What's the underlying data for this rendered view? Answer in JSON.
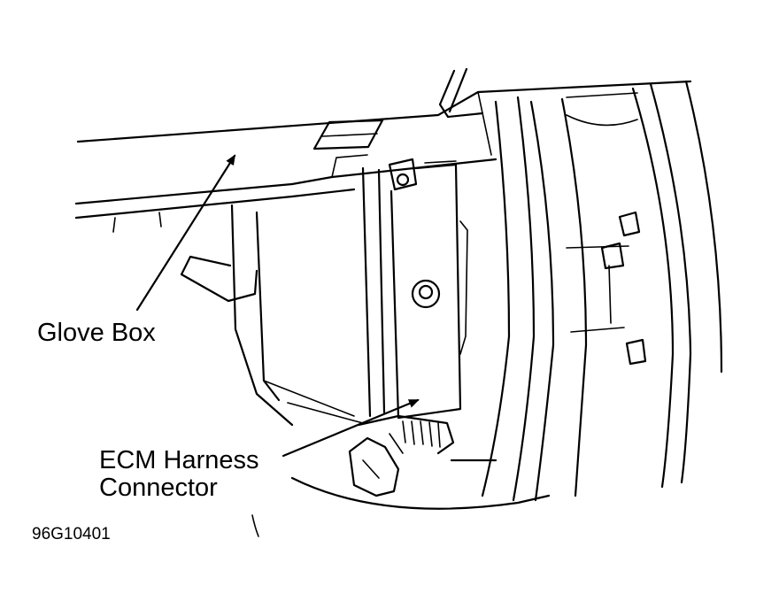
{
  "labels": {
    "glove_box": "Glove Box",
    "ecm_line1": "ECM Harness",
    "ecm_line2": "Connector",
    "figure_code": "96G10401"
  }
}
